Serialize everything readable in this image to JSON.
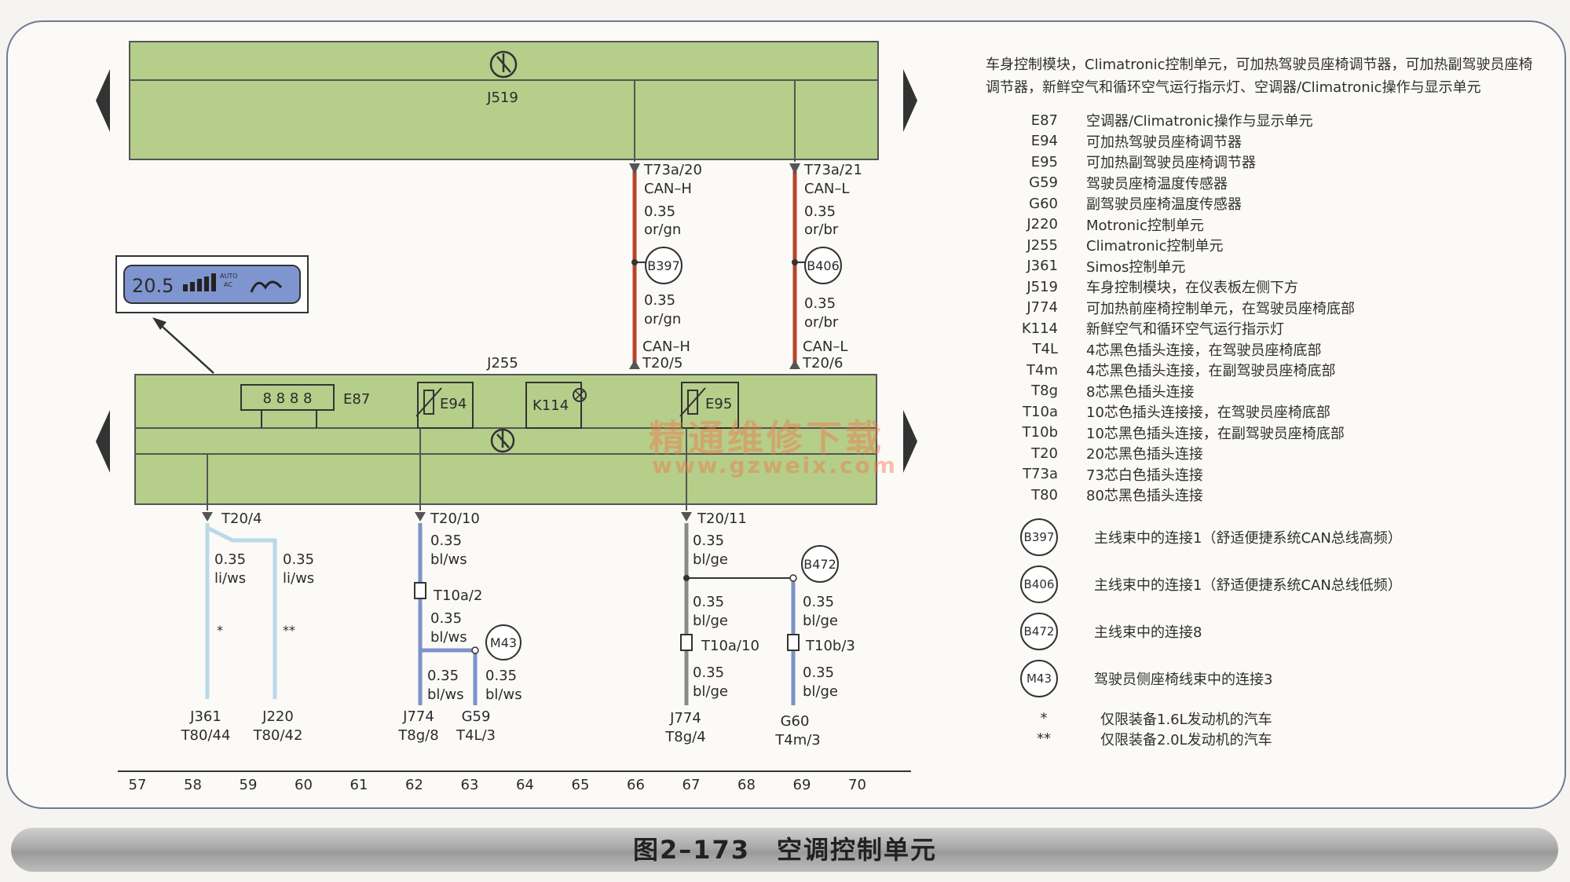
{
  "diagram": {
    "module_top": {
      "label": "J519"
    },
    "module_bottom": {
      "label": "J255"
    },
    "display": {
      "temp": "20.5",
      "auto_label": "AUTO",
      "ac_label": "AC"
    },
    "components": {
      "e87": {
        "digits": "8 8 8 8",
        "label": "E87"
      },
      "e94": {
        "label": "E94"
      },
      "k114": {
        "label": "K114"
      },
      "e95": {
        "label": "E95"
      }
    },
    "wires": {
      "can_h": {
        "pin_top": "T73a/20",
        "sig_top": "CAN–H",
        "gauge_top": "0.35",
        "color_top": "or/gn",
        "splice": "B397",
        "gauge_bottom": "0.35",
        "color_bottom": "or/gn",
        "sig_bottom": "CAN–H",
        "pin_bottom": "T20/5"
      },
      "can_l": {
        "pin_top": "T73a/21",
        "sig_top": "CAN–L",
        "gauge_top": "0.35",
        "color_top": "or/br",
        "splice": "B406",
        "gauge_bottom": "0.35",
        "color_bottom": "or/br",
        "sig_bottom": "CAN–L",
        "pin_bottom": "T20/6"
      },
      "w58": {
        "pin": "T20/4",
        "gauge_a": "0.35",
        "color_a": "li/ws",
        "gauge_b": "0.35",
        "color_b": "li/ws",
        "mark_a": "*",
        "mark_b": "**",
        "end_a_name": "J361",
        "end_a_pin": "T80/44",
        "end_b_name": "J220",
        "end_b_pin": "T80/42"
      },
      "w62": {
        "pin": "T20/10",
        "gauge1": "0.35",
        "color1": "bl/ws",
        "connector": "T10a/2",
        "gauge2": "0.35",
        "color2": "bl/ws",
        "splice": "M43",
        "gauge3": "0.35",
        "color3": "bl/ws",
        "gauge4": "0.35",
        "color4": "bl/ws",
        "end_a_name": "J774",
        "end_a_pin": "T8g/8",
        "end_b_name": "G59",
        "end_b_pin": "T4L/3"
      },
      "w66": {
        "pin": "T20/11",
        "gauge1": "0.35",
        "color1": "bl/ge",
        "splice": "B472",
        "gauge2": "0.35",
        "color2": "bl/ge",
        "connector_a": "T10a/10",
        "gauge3": "0.35",
        "color3": "bl/ge",
        "gauge4": "0.35",
        "color4": "bl/ge",
        "connector_b": "T10b/3",
        "gauge5": "0.35",
        "color5": "bl/ge",
        "end_a_name": "J774",
        "end_a_pin": "T8g/4",
        "end_b_name": "G60",
        "end_b_pin": "T4m/3"
      }
    },
    "scale": [
      "57",
      "58",
      "59",
      "60",
      "61",
      "62",
      "63",
      "64",
      "65",
      "66",
      "67",
      "68",
      "69",
      "70"
    ]
  },
  "legend": {
    "description": "车身控制模块，Climatronic控制单元，可加热驾驶员座椅调节器，可加热副驾驶员座椅调节器，新鲜空气和循环空气运行指示灯、空调器/Climatronic操作与显示单元",
    "items": [
      {
        "code": "E87",
        "text": "空调器/Climatronic操作与显示单元"
      },
      {
        "code": "E94",
        "text": "可加热驾驶员座椅调节器"
      },
      {
        "code": "E95",
        "text": "可加热副驾驶员座椅调节器"
      },
      {
        "code": "G59",
        "text": "驾驶员座椅温度传感器"
      },
      {
        "code": "G60",
        "text": "副驾驶员座椅温度传感器"
      },
      {
        "code": "J220",
        "text": "Motronic控制单元"
      },
      {
        "code": "J255",
        "text": "Climatronic控制单元"
      },
      {
        "code": "J361",
        "text": "Simos控制单元"
      },
      {
        "code": "J519",
        "text": "车身控制模块，在仪表板左侧下方"
      },
      {
        "code": "J774",
        "text": "可加热前座椅控制单元，在驾驶员座椅底部"
      },
      {
        "code": "K114",
        "text": "新鲜空气和循环空气运行指示灯"
      },
      {
        "code": "T4L",
        "text": "4芯黑色插头连接，在驾驶员座椅底部"
      },
      {
        "code": "T4m",
        "text": "4芯黑色插头连接，在副驾驶员座椅底部"
      },
      {
        "code": "T8g",
        "text": "8芯黑色插头连接"
      },
      {
        "code": "T10a",
        "text": "10芯色插头连接接，在驾驶员座椅底部"
      },
      {
        "code": "T10b",
        "text": "10芯黑色插头连接，在副驾驶员座椅底部"
      },
      {
        "code": "T20",
        "text": "20芯黑色插头连接"
      },
      {
        "code": "T73a",
        "text": "73芯白色插头连接"
      },
      {
        "code": "T80",
        "text": "80芯黑色插头连接"
      }
    ],
    "connections": [
      {
        "code": "B397",
        "text": "主线束中的连接1（舒适便捷系统CAN总线高频）"
      },
      {
        "code": "B406",
        "text": "主线束中的连接1（舒适便捷系统CAN总线低频）"
      },
      {
        "code": "B472",
        "text": "主线束中的连接8"
      },
      {
        "code": "M43",
        "text": "驾驶员侧座椅线束中的连接3"
      }
    ],
    "notes": [
      {
        "mark": "*",
        "text": "仅限装备1.6L发动机的汽车"
      },
      {
        "mark": "**",
        "text": "仅限装备2.0L发动机的汽车"
      }
    ]
  },
  "watermark": {
    "text": "精通维修下载",
    "url": "www.gzweix.com"
  },
  "caption": "图2–173　空调控制单元",
  "colors": {
    "module_fill": "#b5ce8a",
    "can_wire": "#b8432c",
    "blue_wire": "#7f92c8",
    "lilac_wire": "#b9d9ea",
    "gray_wire": "#8a8a88"
  }
}
